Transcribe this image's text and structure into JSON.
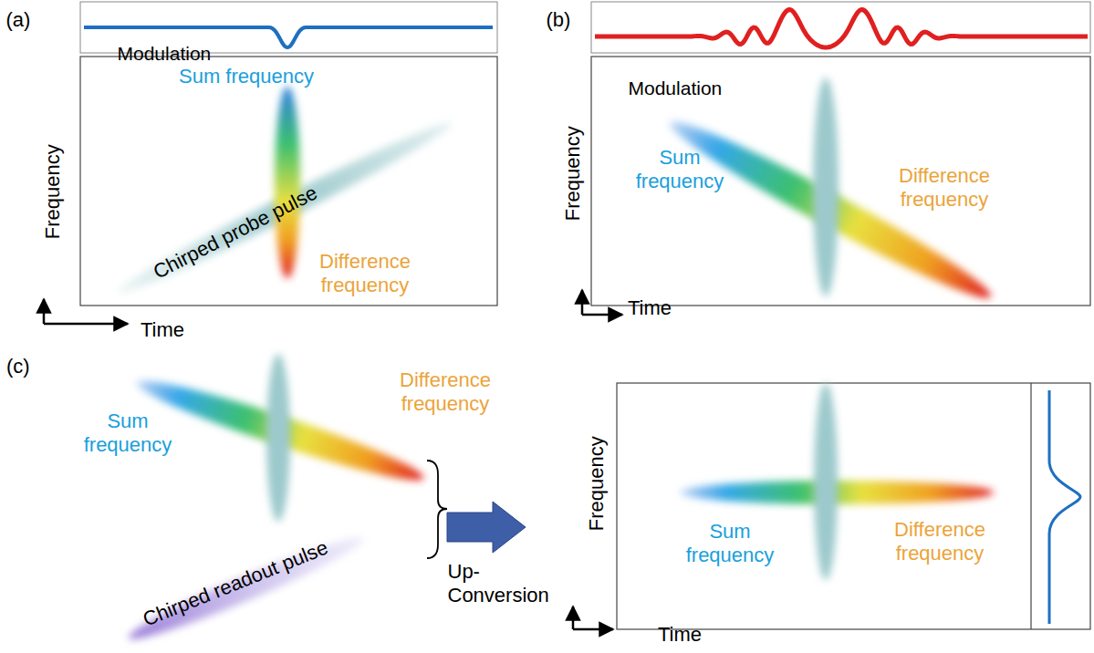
{
  "diagram": {
    "labels": [
      "(a)",
      "Modulation",
      "Sum frequency",
      "Chirped probe pulse",
      "Difference frequency",
      "Frequency",
      "Time",
      "(b)",
      "Modulation",
      "Sum frequency",
      "Difference frequency",
      "Frequency",
      "Time",
      "(c)",
      "Sum frequency",
      "Difference frequency",
      "Chirped readout pulse",
      "Up- Conversion",
      "Frequency",
      "Sum frequency",
      "Difference frequency",
      "Time"
    ]
  }
}
